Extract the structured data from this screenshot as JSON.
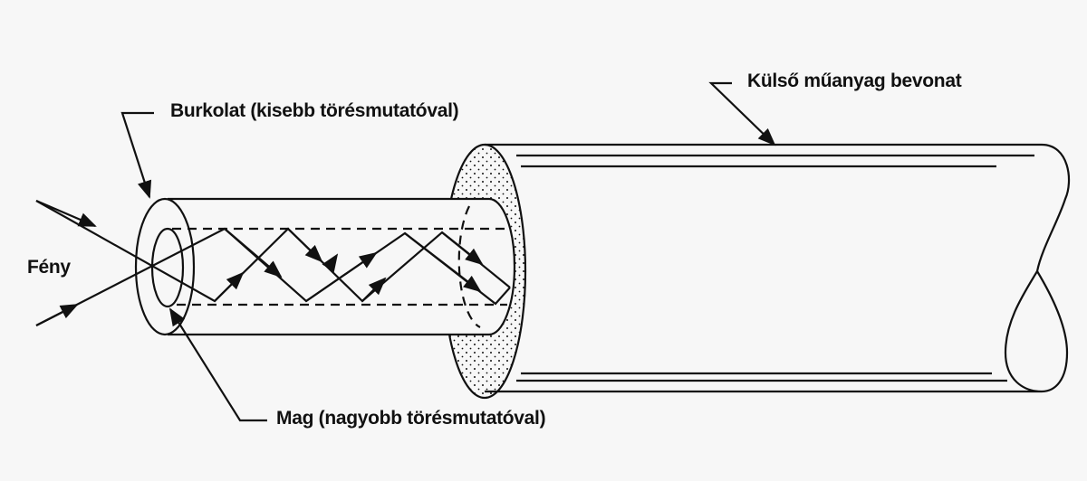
{
  "labels": {
    "cladding": "Burkolat (kisebb törésmutatóval)",
    "jacket": "Külső műanyag bevonat",
    "core": "Mag (nagyobb törésmutatóval)",
    "light": "Fény"
  },
  "colors": {
    "ink": "#111111",
    "background": "#f7f7f7"
  }
}
